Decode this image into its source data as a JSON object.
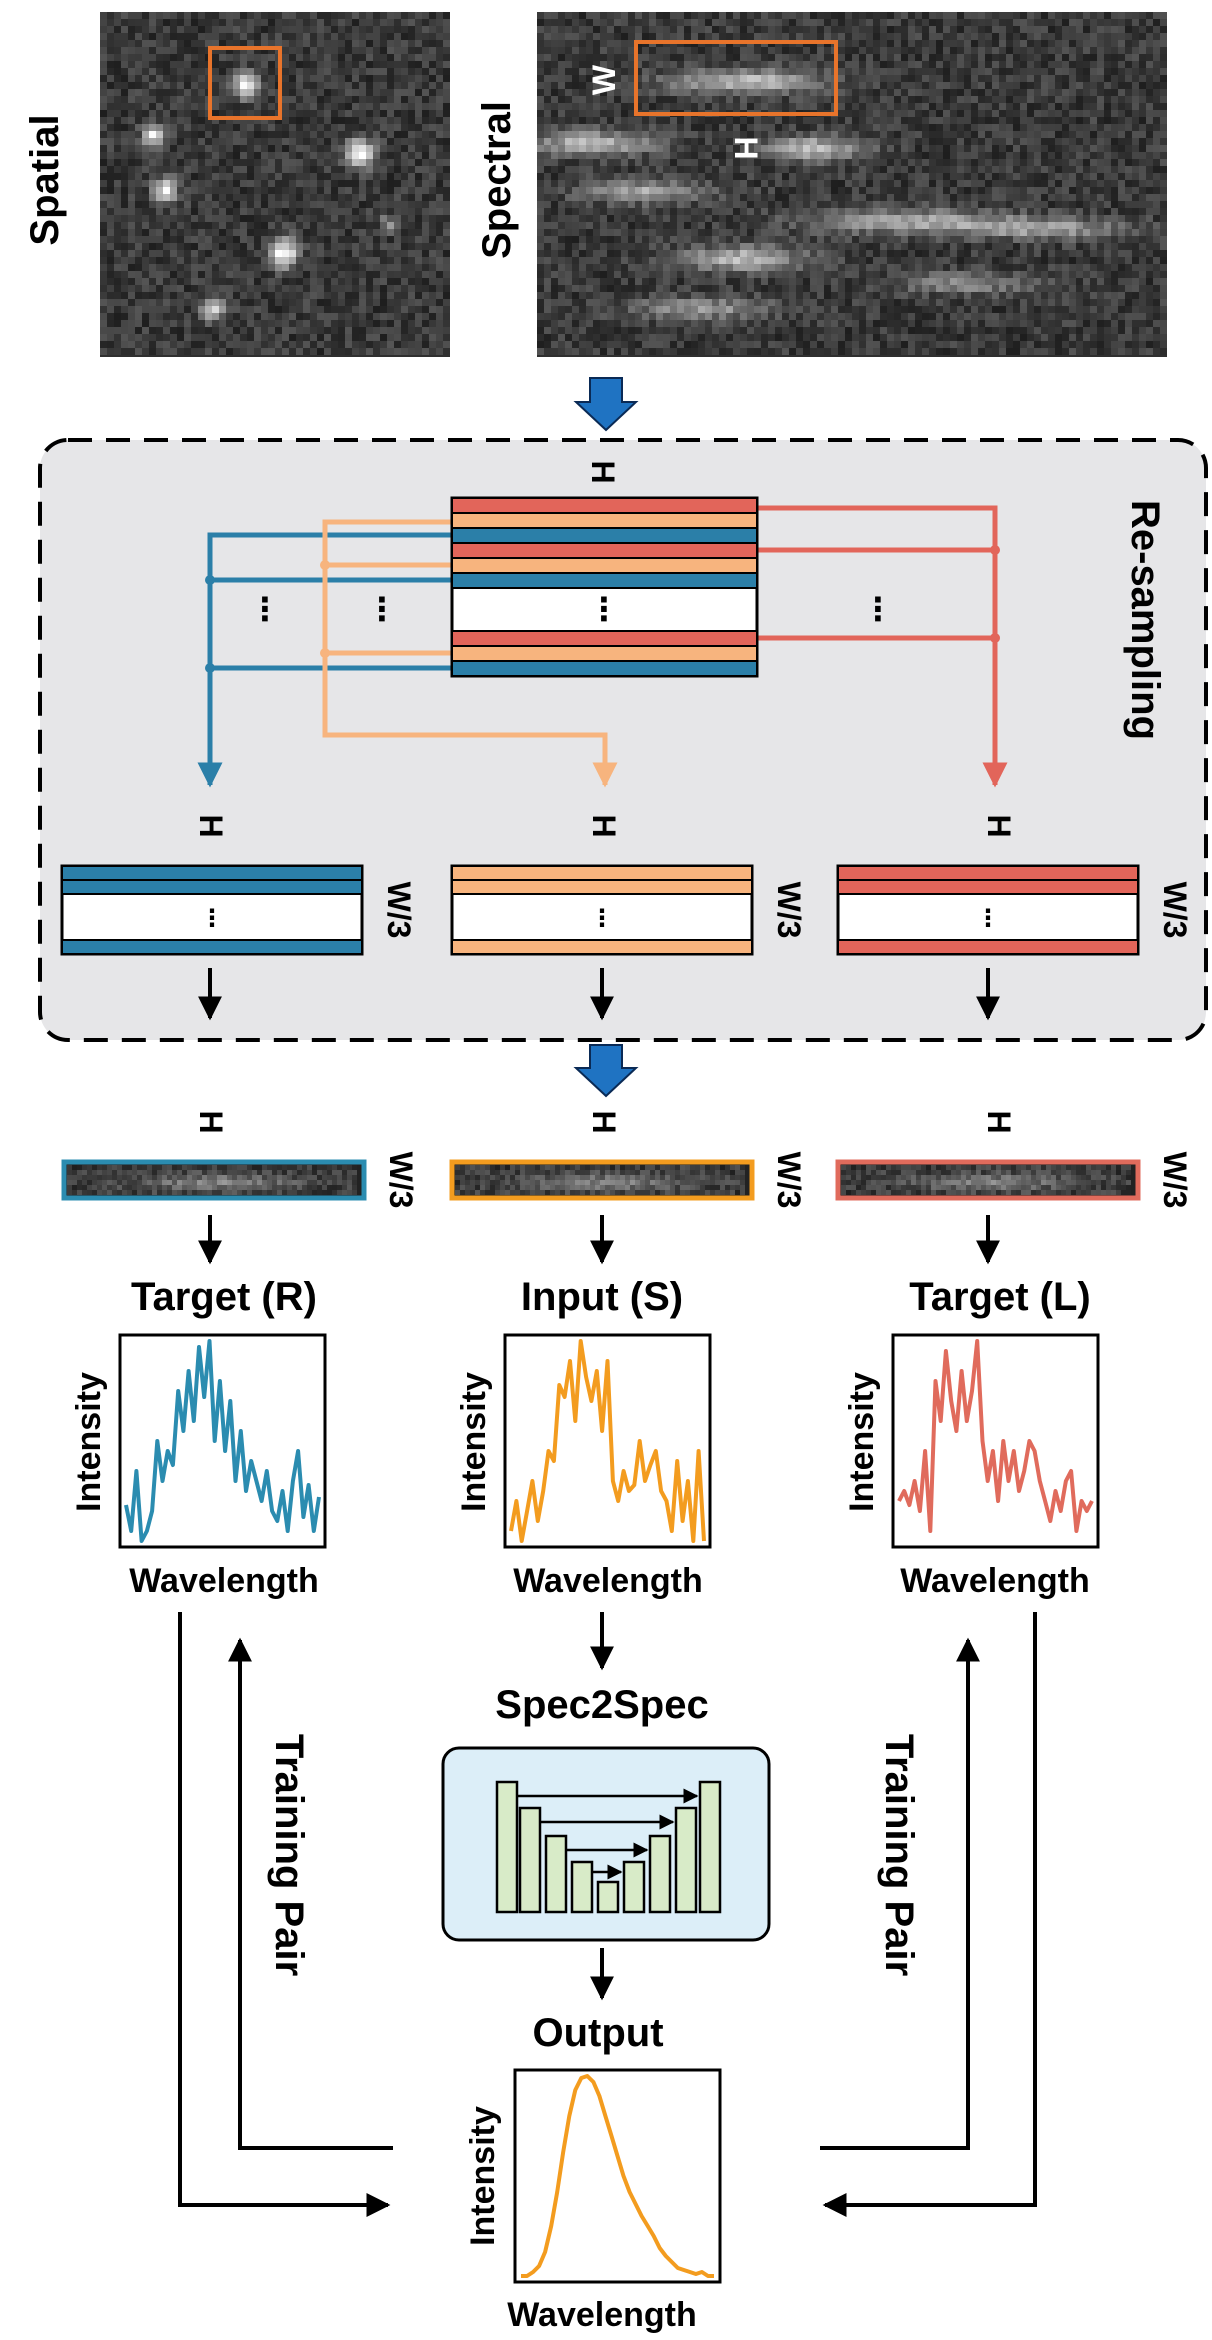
{
  "top": {
    "spatial_label": "Spatial",
    "spectral_label": "Spectral",
    "w_label": "W",
    "h_label": "H"
  },
  "resampling": {
    "title": "Re-sampling",
    "h_label": "H",
    "w3_label": "W/3",
    "ellipsis": "⋮"
  },
  "crops": {
    "h_label": "H",
    "w3_label": "W/3"
  },
  "panels": [
    {
      "title": "Target (R)",
      "ylabel": "Intensity",
      "xlabel": "Wavelength",
      "color": "#2B8CB0"
    },
    {
      "title": "Input (S)",
      "ylabel": "Intensity",
      "xlabel": "Wavelength",
      "color": "#F39C1F"
    },
    {
      "title": "Target (L)",
      "ylabel": "Intensity",
      "xlabel": "Wavelength",
      "color": "#E06B5C"
    }
  ],
  "network": {
    "title": "Spec2Spec"
  },
  "output": {
    "title": "Output",
    "ylabel": "Intensity",
    "xlabel": "Wavelength"
  },
  "training_pair_label": "Training Pair",
  "colors": {
    "blue": "#2B7FA8",
    "peach": "#F7B47E",
    "red": "#E2655A",
    "orange_box": "#E8742B",
    "down_arrow": "#1F73C2",
    "network_bg": "#DCEEF8",
    "unet_bar": "#D8EBC8",
    "panel_bg": "#E6E6E8"
  },
  "chart_data": [
    {
      "type": "line",
      "name": "target-r",
      "xlabel": "Wavelength",
      "ylabel": "Intensity",
      "values": [
        0.18,
        0.05,
        0.35,
        0.0,
        0.05,
        0.15,
        0.5,
        0.3,
        0.45,
        0.38,
        0.75,
        0.55,
        0.85,
        0.6,
        0.97,
        0.72,
        1.0,
        0.5,
        0.8,
        0.45,
        0.7,
        0.3,
        0.55,
        0.25,
        0.4,
        0.3,
        0.2,
        0.35,
        0.15,
        0.1,
        0.25,
        0.05,
        0.3,
        0.45,
        0.12,
        0.28,
        0.05,
        0.22
      ]
    },
    {
      "type": "line",
      "name": "input-s",
      "xlabel": "Wavelength",
      "ylabel": "Intensity",
      "values": [
        0.05,
        0.2,
        0.0,
        0.15,
        0.3,
        0.1,
        0.25,
        0.45,
        0.4,
        0.78,
        0.72,
        0.9,
        0.6,
        1.0,
        0.82,
        0.7,
        0.85,
        0.55,
        0.9,
        0.3,
        0.2,
        0.35,
        0.25,
        0.28,
        0.5,
        0.3,
        0.38,
        0.45,
        0.25,
        0.2,
        0.05,
        0.4,
        0.1,
        0.3,
        0.0,
        0.45,
        0.0
      ]
    },
    {
      "type": "line",
      "name": "target-l",
      "xlabel": "Wavelength",
      "ylabel": "Intensity",
      "values": [
        0.2,
        0.25,
        0.18,
        0.3,
        0.15,
        0.45,
        0.05,
        0.8,
        0.6,
        0.95,
        0.7,
        0.55,
        0.85,
        0.6,
        0.75,
        1.0,
        0.5,
        0.3,
        0.45,
        0.2,
        0.5,
        0.3,
        0.45,
        0.25,
        0.35,
        0.5,
        0.45,
        0.3,
        0.2,
        0.1,
        0.25,
        0.15,
        0.3,
        0.35,
        0.05,
        0.2,
        0.15,
        0.2
      ]
    },
    {
      "type": "line",
      "name": "output",
      "xlabel": "Wavelength",
      "ylabel": "Intensity",
      "values": [
        0.0,
        0.0,
        0.02,
        0.05,
        0.12,
        0.25,
        0.42,
        0.62,
        0.8,
        0.93,
        0.99,
        1.0,
        0.97,
        0.9,
        0.8,
        0.7,
        0.6,
        0.5,
        0.42,
        0.36,
        0.3,
        0.25,
        0.2,
        0.14,
        0.1,
        0.07,
        0.04,
        0.03,
        0.02,
        0.01,
        0.02,
        0.0,
        0.0
      ]
    }
  ]
}
